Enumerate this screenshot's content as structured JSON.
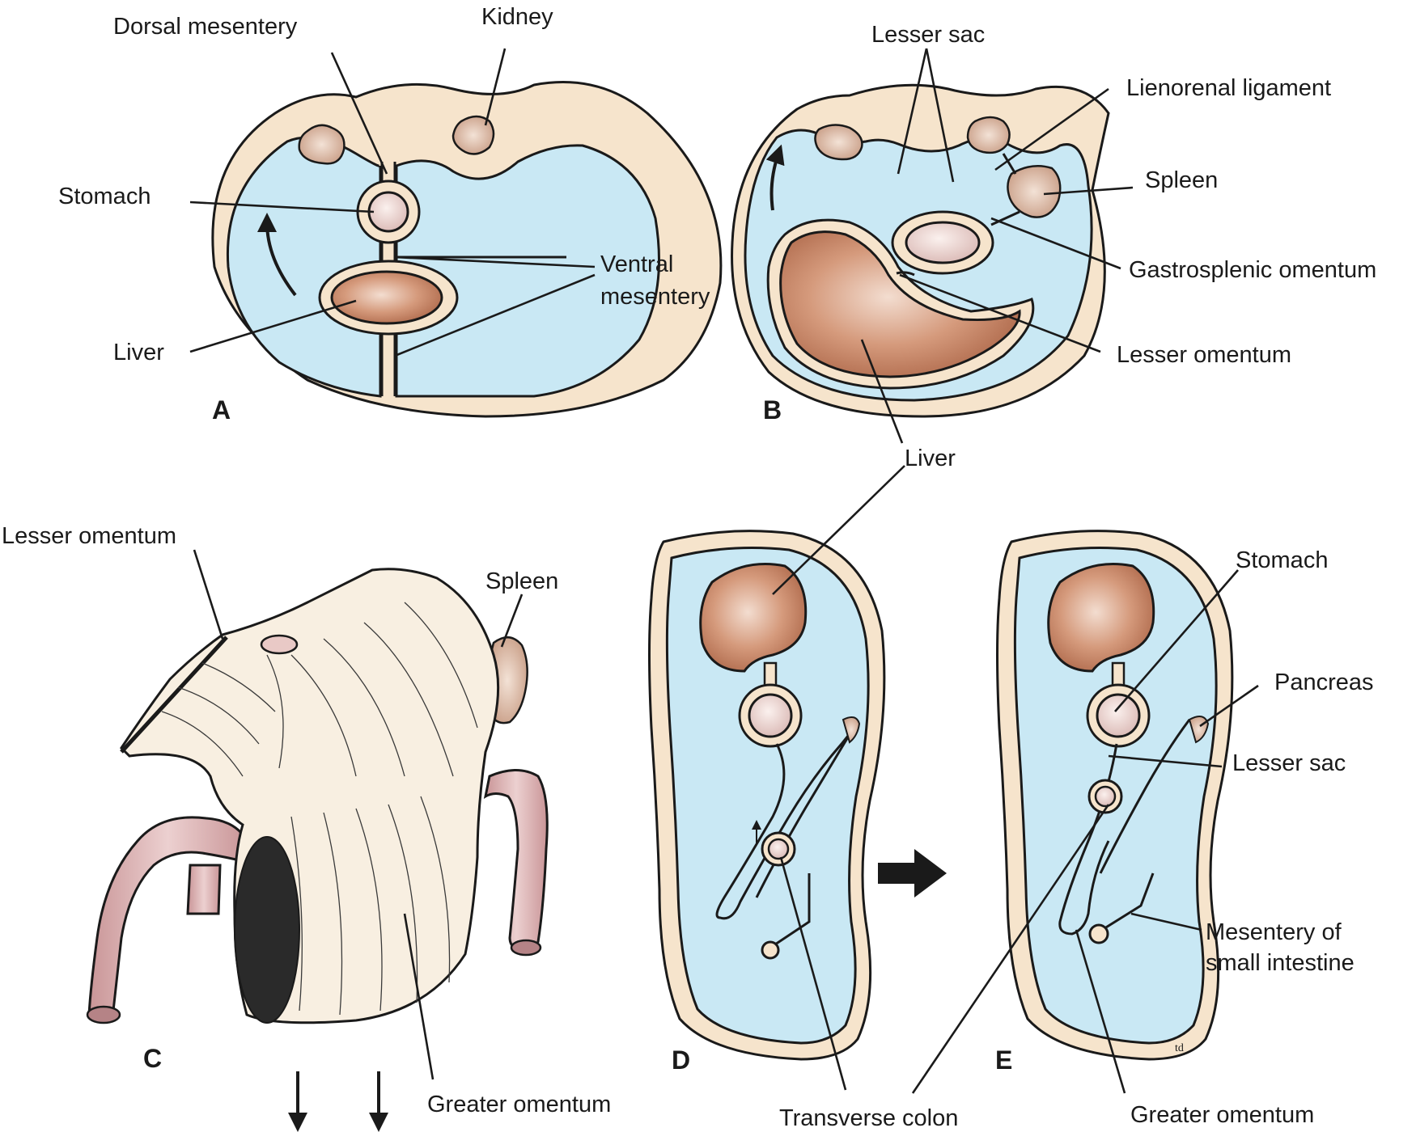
{
  "panels": {
    "A": {
      "letter": "A",
      "labels": {
        "dorsal_mesentery": "Dorsal mesentery",
        "kidney": "Kidney",
        "stomach": "Stomach",
        "ventral_mesentery_1": "Ventral",
        "ventral_mesentery_2": "mesentery",
        "liver": "Liver"
      }
    },
    "B": {
      "letter": "B",
      "labels": {
        "lesser_sac": "Lesser sac",
        "lienorenal_ligament": "Lienorenal ligament",
        "spleen": "Spleen",
        "gastrosplenic_omentum": "Gastrosplenic omentum",
        "lesser_omentum": "Lesser omentum",
        "liver": "Liver"
      }
    },
    "C": {
      "letter": "C",
      "labels": {
        "lesser_omentum": "Lesser omentum",
        "spleen": "Spleen",
        "greater_omentum": "Greater omentum"
      }
    },
    "D": {
      "letter": "D",
      "labels": {
        "transverse_colon": "Transverse colon"
      }
    },
    "E": {
      "letter": "E",
      "labels": {
        "stomach": "Stomach",
        "pancreas": "Pancreas",
        "lesser_sac": "Lesser sac",
        "mesentery_1": "Mesentery of",
        "mesentery_2": "small intestine",
        "greater_omentum": "Greater omentum",
        "signature": "td"
      }
    }
  },
  "colors": {
    "cavity": "#c9e8f4",
    "wall": "#f6e4cc",
    "organ": "#c98766",
    "gut": "#d9aeb0",
    "outline": "#1a1a1a"
  },
  "icons": [
    "rotation-arrow-icon",
    "right-arrow-icon",
    "down-arrow-icon"
  ]
}
